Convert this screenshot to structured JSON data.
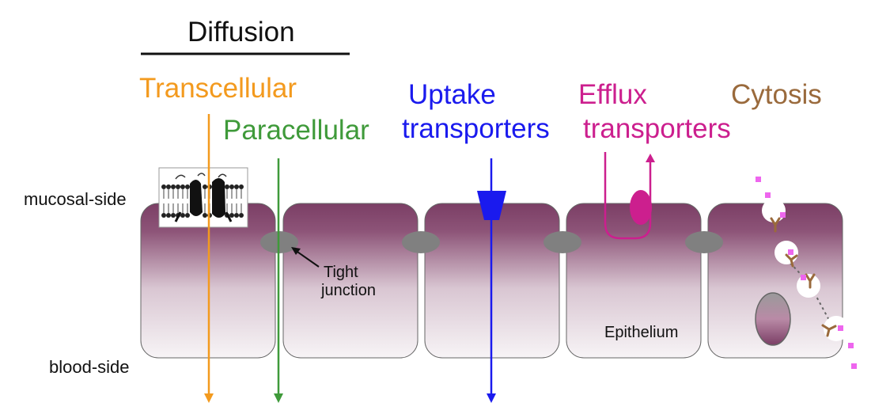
{
  "title": "Diffusion",
  "routes": {
    "transcellular": "Transcellular",
    "paracellular": "Paracellular",
    "uptake_line1": "Uptake",
    "uptake_line2": "transporters",
    "efflux_line1": "Efflux",
    "efflux_line2": "transporters",
    "cytosis": "Cytosis"
  },
  "sides": {
    "mucosal": "mucosal-side",
    "blood": "blood-side"
  },
  "annotations": {
    "tight_line1": "Tight",
    "tight_line2": "junction",
    "epithelium": "Epithelium"
  },
  "colors": {
    "transcellular": "#f39a1e",
    "paracellular": "#3f9a3a",
    "uptake": "#1a1aee",
    "efflux": "#cc1f8e",
    "cytosis": "#9a6a3c",
    "cell_top": "#7c3f66",
    "junction": "#808080",
    "vesicle_dot": "#ee66ee"
  }
}
